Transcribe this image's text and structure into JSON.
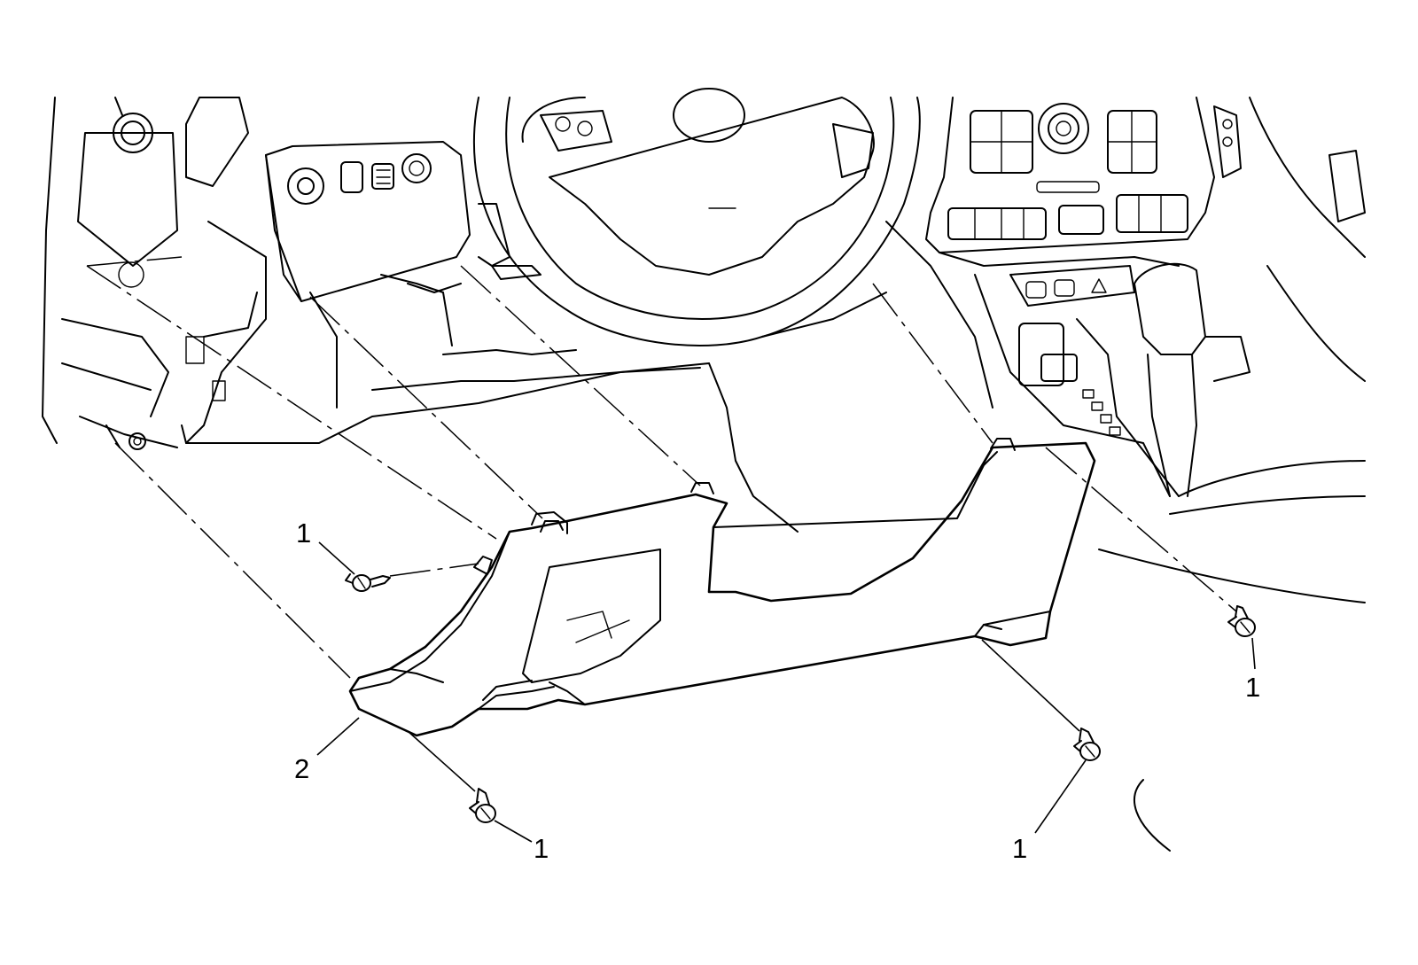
{
  "diagram": {
    "callouts": [
      {
        "id": "screw-upper-left",
        "label": "1"
      },
      {
        "id": "screw-lower-left",
        "label": "1"
      },
      {
        "id": "screw-lower-mid",
        "label": "1"
      },
      {
        "id": "screw-right",
        "label": "1"
      },
      {
        "id": "knee-bolster-panel",
        "label": "2"
      }
    ],
    "colors": {
      "line": "#000000",
      "background": "#ffffff"
    }
  }
}
